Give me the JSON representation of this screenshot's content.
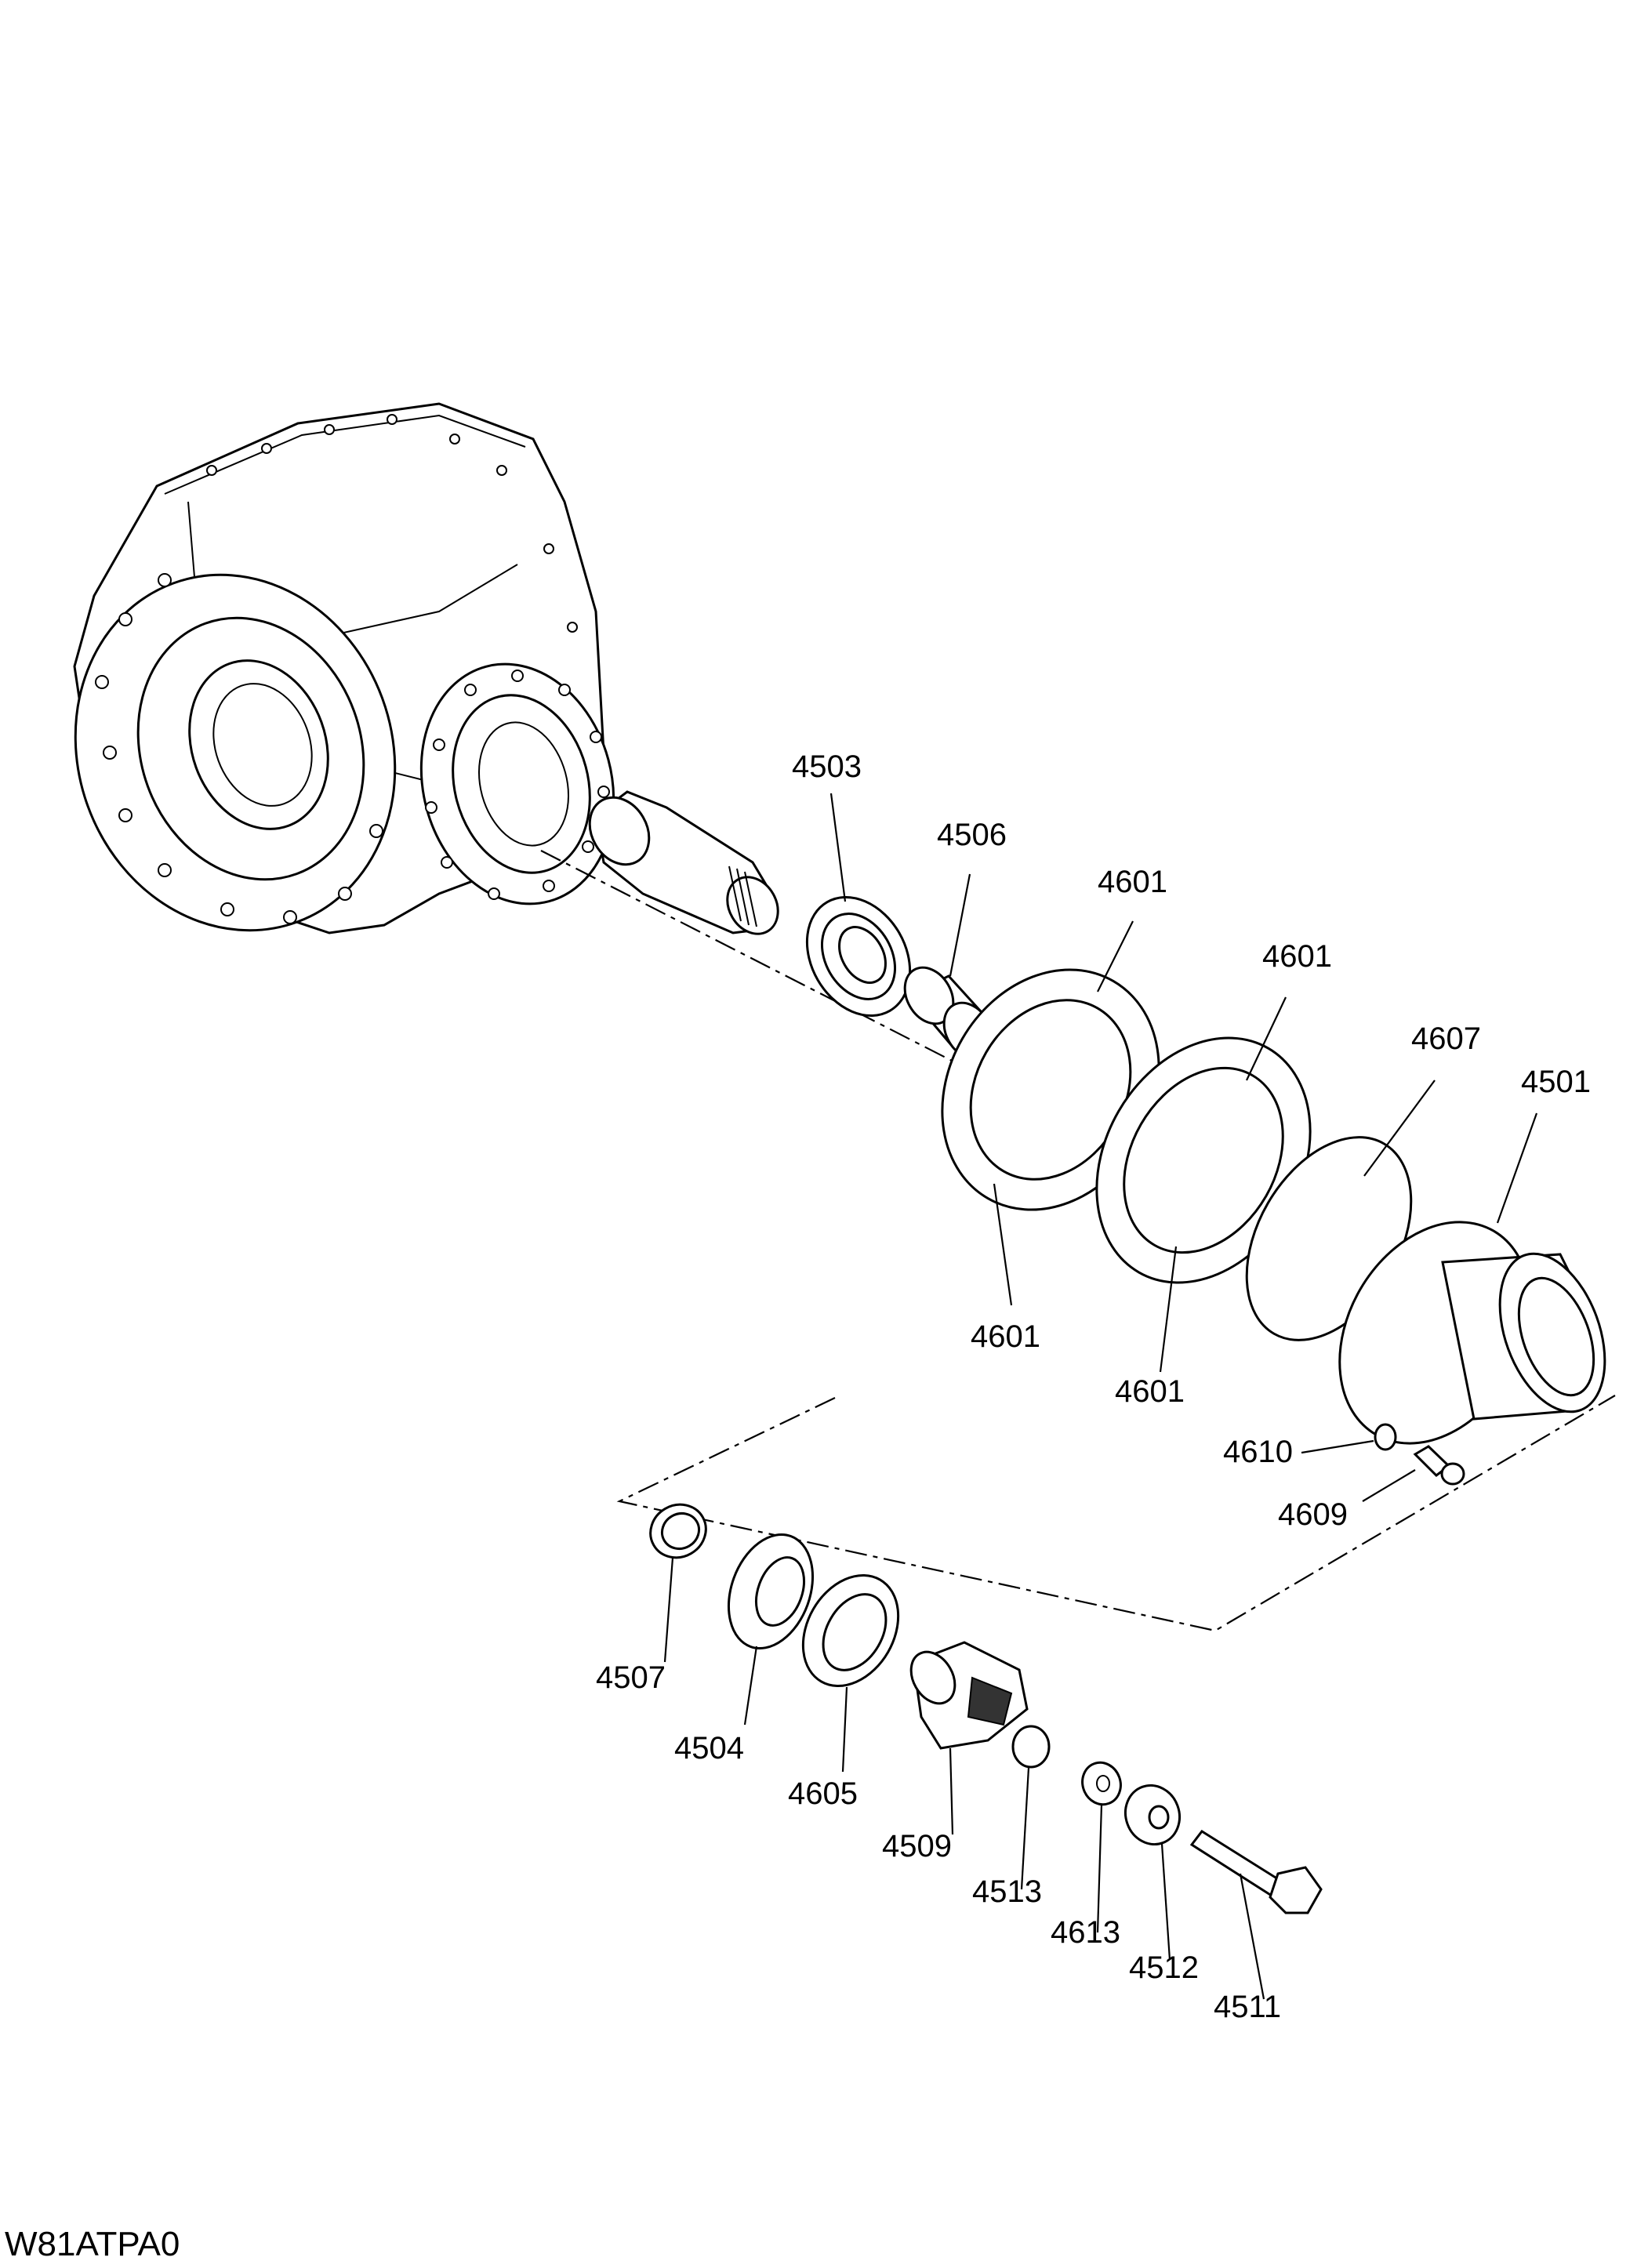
{
  "diagram_code": "W81ATPA0",
  "callouts": [
    {
      "id": "4503",
      "text": "4503"
    },
    {
      "id": "4506",
      "text": "4506"
    },
    {
      "id": "4601a",
      "text": "4601"
    },
    {
      "id": "4601b",
      "text": "4601"
    },
    {
      "id": "4601c",
      "text": "4601"
    },
    {
      "id": "4601d",
      "text": "4601"
    },
    {
      "id": "4607",
      "text": "4607"
    },
    {
      "id": "4501",
      "text": "4501"
    },
    {
      "id": "4610",
      "text": "4610"
    },
    {
      "id": "4609",
      "text": "4609"
    },
    {
      "id": "4507",
      "text": "4507"
    },
    {
      "id": "4504",
      "text": "4504"
    },
    {
      "id": "4605",
      "text": "4605"
    },
    {
      "id": "4509",
      "text": "4509"
    },
    {
      "id": "4513",
      "text": "4513"
    },
    {
      "id": "4613",
      "text": "4613"
    },
    {
      "id": "4512",
      "text": "4512"
    },
    {
      "id": "4511",
      "text": "4511"
    }
  ]
}
